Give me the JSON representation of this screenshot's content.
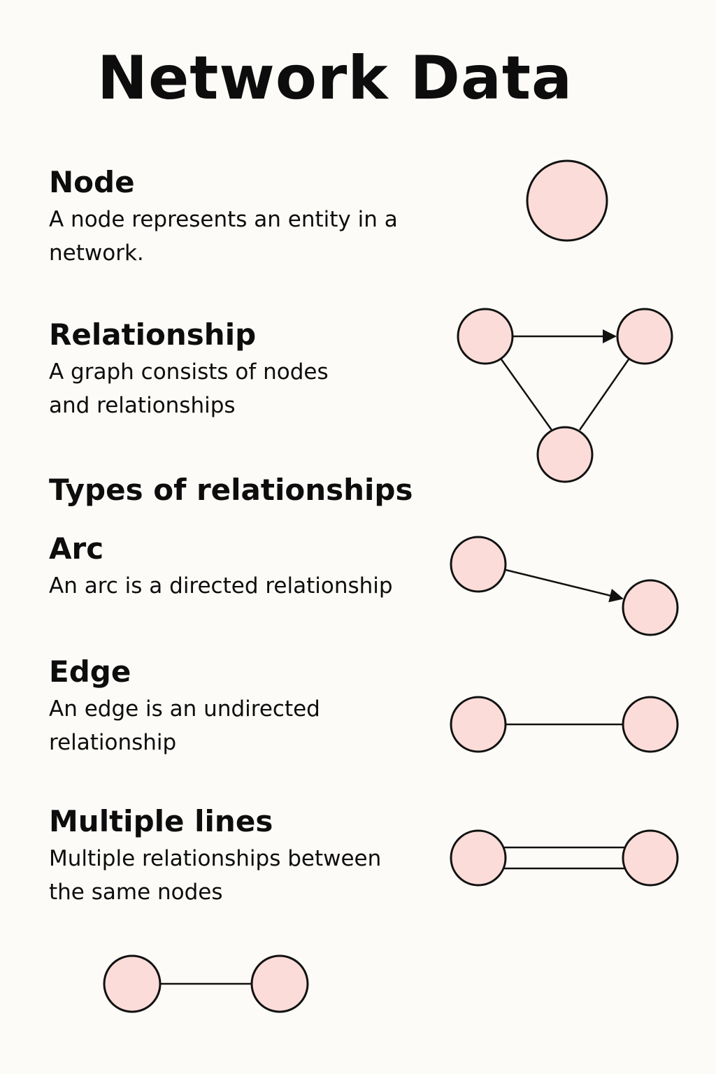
{
  "title": "Network Data",
  "sections": {
    "node": {
      "heading": "Node",
      "description": "A node represents an entity in a\nnetwork."
    },
    "relationship": {
      "heading": "Relationship",
      "description": "A graph consists of nodes\nand relationships"
    },
    "types": {
      "heading": "Types of relationships"
    },
    "arc": {
      "heading": "Arc",
      "description": "An arc is a directed relationship"
    },
    "edge": {
      "heading": "Edge",
      "description": "An edge is an undirected\nrelationship"
    },
    "multiple": {
      "heading": "Multiple lines",
      "description": "Multiple relationships between\nthe same nodes"
    }
  },
  "colors": {
    "node_fill": "#fcdcd8",
    "stroke": "#111111",
    "background": "#fcfbf7"
  }
}
